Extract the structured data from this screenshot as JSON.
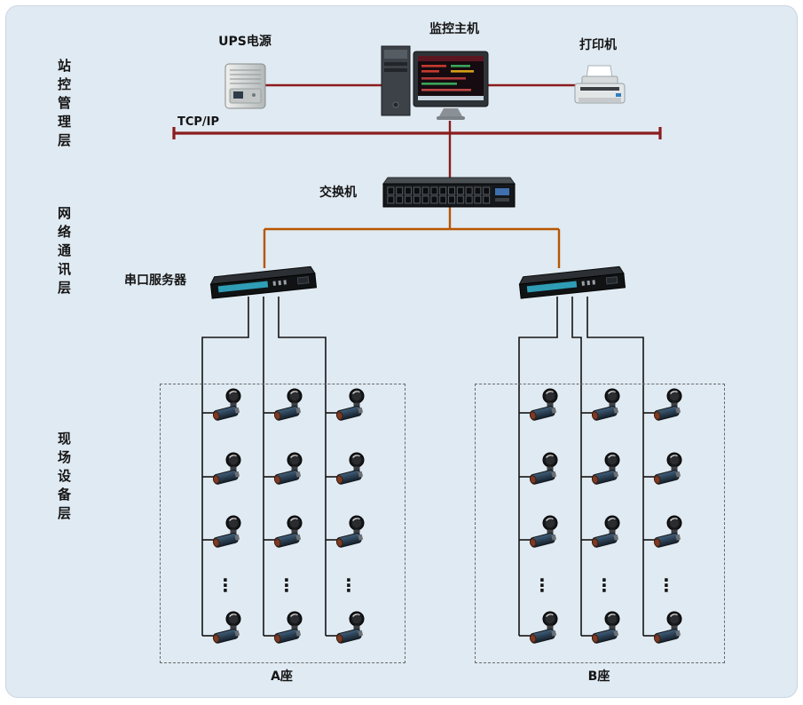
{
  "layers": [
    {
      "label": "站控管理层"
    },
    {
      "label": "网络通讯层"
    },
    {
      "label": "现场设备层"
    }
  ],
  "devices": {
    "ups": {
      "label": "UPS电源"
    },
    "host": {
      "label": "监控主机"
    },
    "printer": {
      "label": "打印机"
    },
    "network_bus": {
      "label": "TCP/IP"
    },
    "switch": {
      "label": "交换机"
    },
    "serial_server": {
      "label": "串口服务器"
    }
  },
  "zones": [
    {
      "id": "A",
      "label": "A座",
      "columns": 3,
      "meter_rows": 4,
      "ellipsis": "⋮"
    },
    {
      "id": "B",
      "label": "B座",
      "columns": 3,
      "meter_rows": 4,
      "ellipsis": "⋮"
    }
  ],
  "icons": {
    "ups": "ups-icon",
    "host": "host-computer-icon",
    "printer": "printer-icon",
    "switch": "switch-icon",
    "serial_server": "serial-server-icon",
    "meter": "water-meter-icon"
  },
  "colors": {
    "background": "#e0eaf2",
    "backbone_line": "#8b1c1c",
    "switch_line": "#b85600",
    "device_line": "#141414"
  }
}
